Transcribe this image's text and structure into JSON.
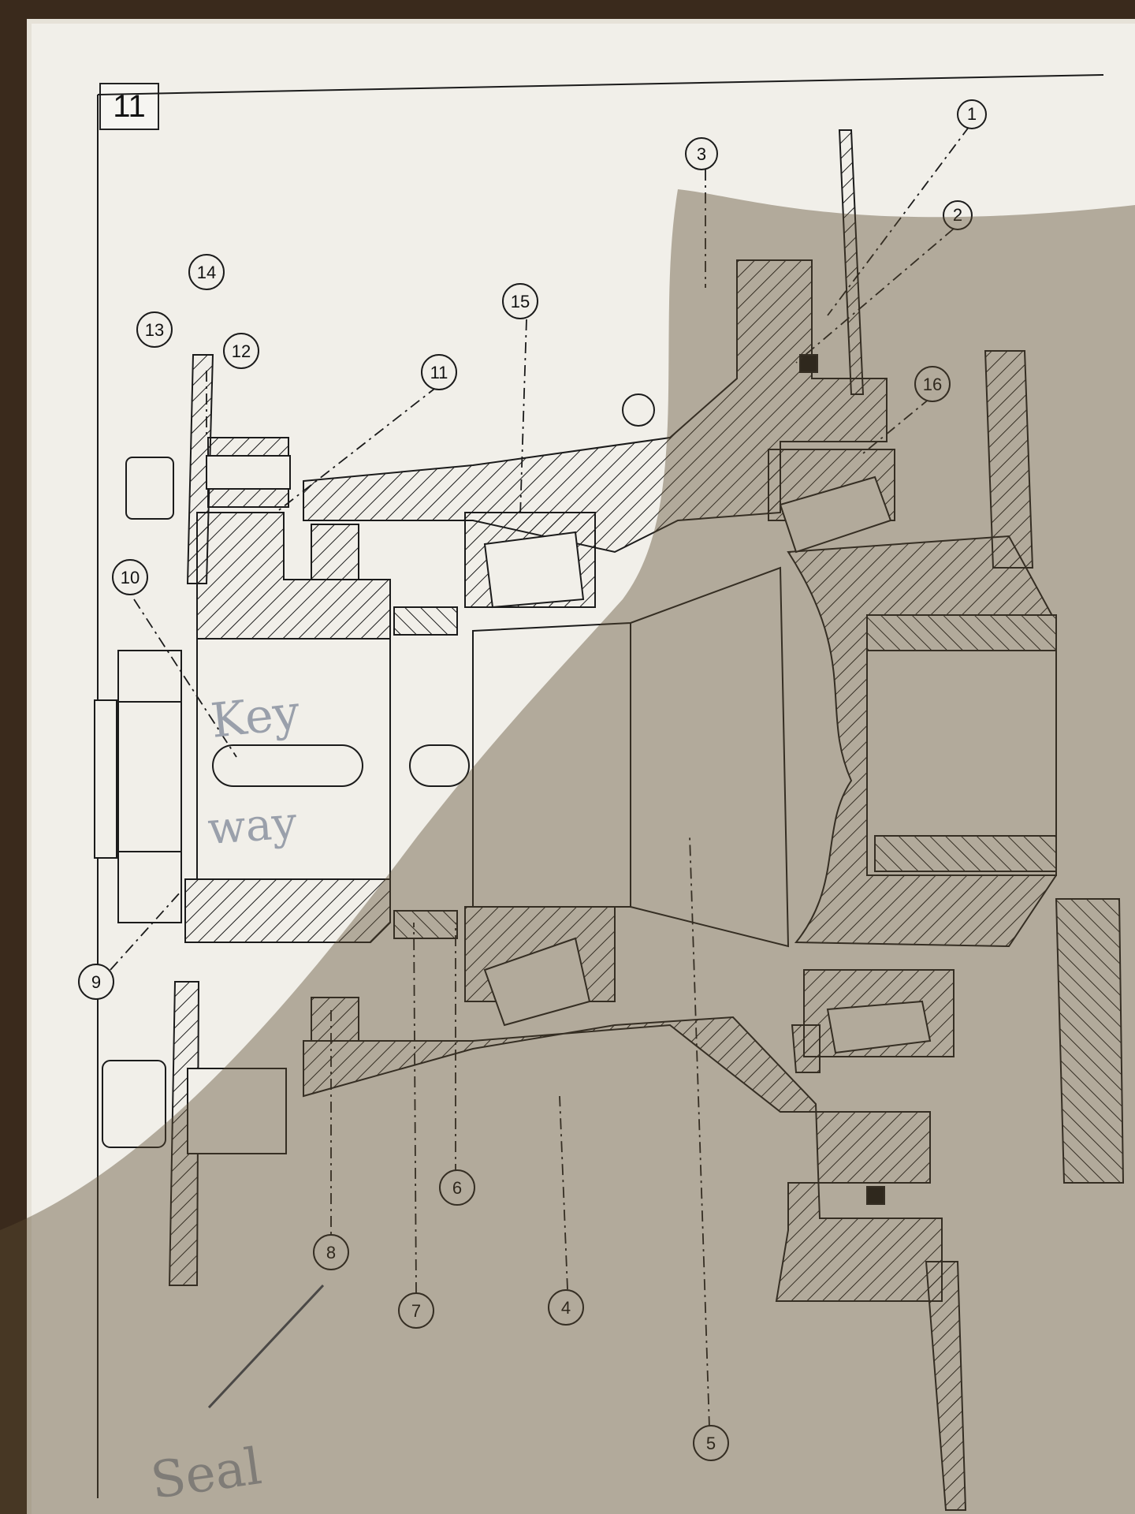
{
  "figure": {
    "number": "11"
  },
  "callouts": [
    "1",
    "2",
    "3",
    "4",
    "5",
    "6",
    "7",
    "8",
    "9",
    "10",
    "11",
    "12",
    "13",
    "14",
    "15",
    "16"
  ],
  "handwritten_notes": {
    "keyway_top": "Key",
    "keyway_bottom": "way",
    "seal": "Seal"
  },
  "colors": {
    "line": "#1b1b1b",
    "paper": "#f1efe9",
    "shadow": "#5a4a30"
  }
}
